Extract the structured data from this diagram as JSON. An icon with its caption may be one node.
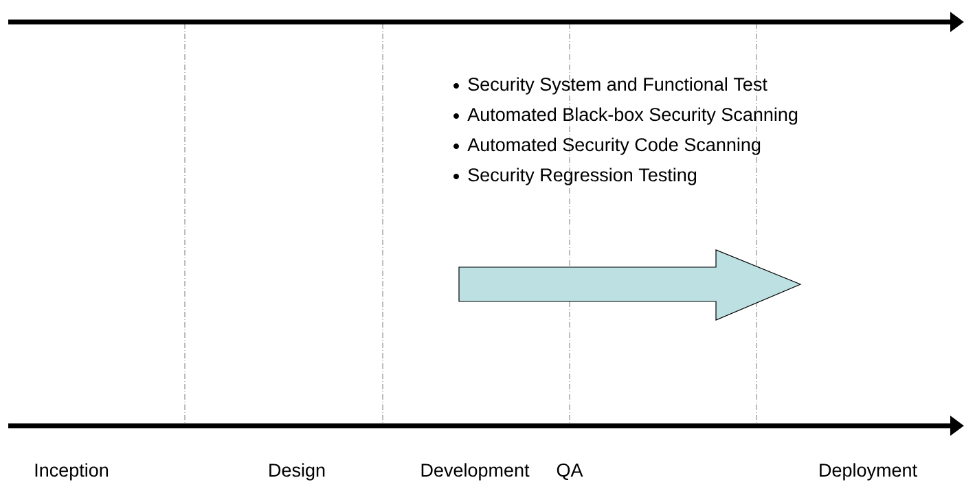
{
  "diagram": {
    "labels": [
      "Security System and Functional Test",
      "Automated Black-box Security Scanning",
      "Automated Security Code Scanning",
      "Security Regression Testing",
      "Inception",
      "Design",
      "Development",
      "QA",
      "Deployment"
    ]
  }
}
